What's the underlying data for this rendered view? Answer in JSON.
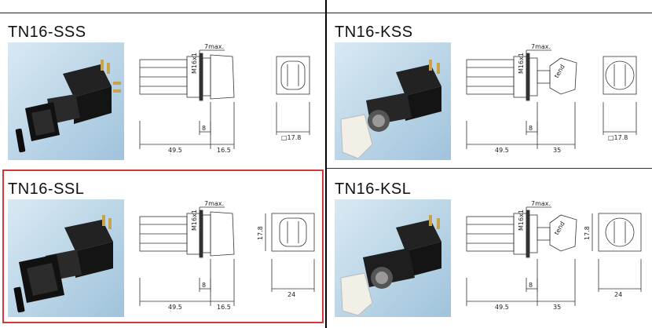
{
  "products": [
    {
      "title": "TN16-SSS",
      "type": "selector",
      "dims": {
        "mount": "7max.",
        "thread": "M16x1",
        "body": "49.5",
        "front": "8",
        "knob": "16.5",
        "face": "□17.8",
        "face_h": ""
      },
      "key": false
    },
    {
      "title": "TN16-KSS",
      "type": "key",
      "dims": {
        "mount": "7max.",
        "thread": "M16x1",
        "body": "49.5",
        "front": "8",
        "knob": "35",
        "face": "□17.8",
        "face_h": ""
      },
      "key": true,
      "brand": "tend"
    },
    {
      "title": "TN16-SSL",
      "type": "selector",
      "dims": {
        "mount": "7max.",
        "thread": "M16x1",
        "body": "49.5",
        "front": "8",
        "knob": "16.5",
        "face": "24",
        "face_h": "17.8"
      },
      "key": false
    },
    {
      "title": "TN16-KSL",
      "type": "key",
      "dims": {
        "mount": "7max.",
        "thread": "M16x1",
        "body": "49.5",
        "front": "8",
        "knob": "35",
        "face": "24",
        "face_h": "17.8"
      },
      "key": true,
      "brand": "tend"
    }
  ],
  "colors": {
    "highlight": "#d23a3a",
    "photo_bg": "#bcd6e8",
    "body": "#1d1d1d"
  }
}
